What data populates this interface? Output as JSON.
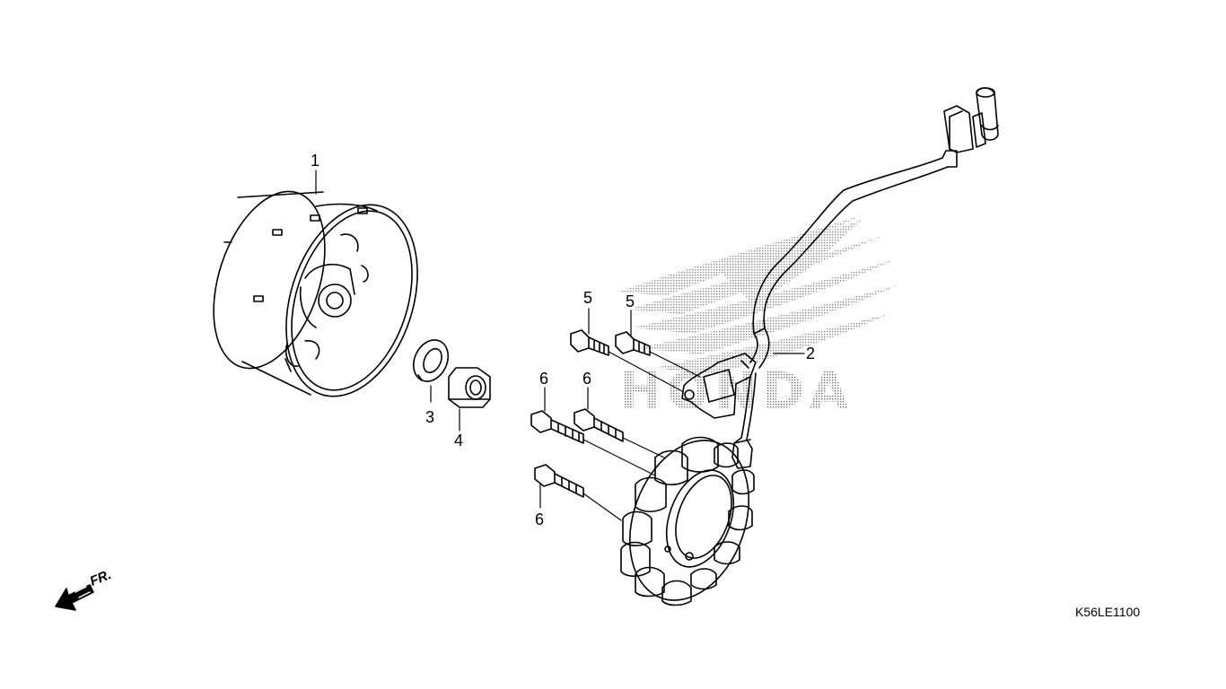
{
  "diagram": {
    "drawing_code": "K56LE1100",
    "front_marker": "FR.",
    "watermark_text": "HONDA",
    "callouts": [
      {
        "id": "1",
        "part": "flywheel"
      },
      {
        "id": "2",
        "part": "stator-wire-harness"
      },
      {
        "id": "3",
        "part": "washer"
      },
      {
        "id": "4",
        "part": "nut"
      },
      {
        "id": "5",
        "part": "pulse-generator-bolt-a"
      },
      {
        "id": "5",
        "part": "pulse-generator-bolt-b"
      },
      {
        "id": "6",
        "part": "stator-bolt-a"
      },
      {
        "id": "6",
        "part": "stator-bolt-b"
      },
      {
        "id": "6",
        "part": "stator-bolt-c"
      }
    ],
    "colors": {
      "line": "#000000",
      "watermark": "#9a9a9a",
      "background": "#ffffff"
    }
  }
}
